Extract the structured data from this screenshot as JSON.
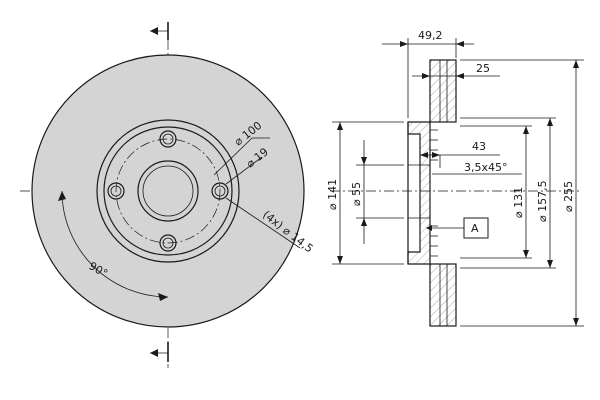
{
  "dimensions": {
    "bolt_circle": "⌀ 100",
    "hole_dia": "⌀ 19",
    "bolt_holes": "(4x) ⌀ 14,5",
    "angle": "90°",
    "total_thickness": "49,2",
    "disc_thickness": "25",
    "hat_depth": "43",
    "chamfer": "3,5x45°",
    "label_a": "A",
    "dia_141": "⌀ 141",
    "dia_55": "⌀ 55",
    "dia_131": "⌀ 131",
    "dia_157_5": "⌀ 157,5",
    "dia_255": "⌀ 255"
  },
  "colors": {
    "line": "#1a1a1a",
    "fill": "#d4d4d4"
  }
}
